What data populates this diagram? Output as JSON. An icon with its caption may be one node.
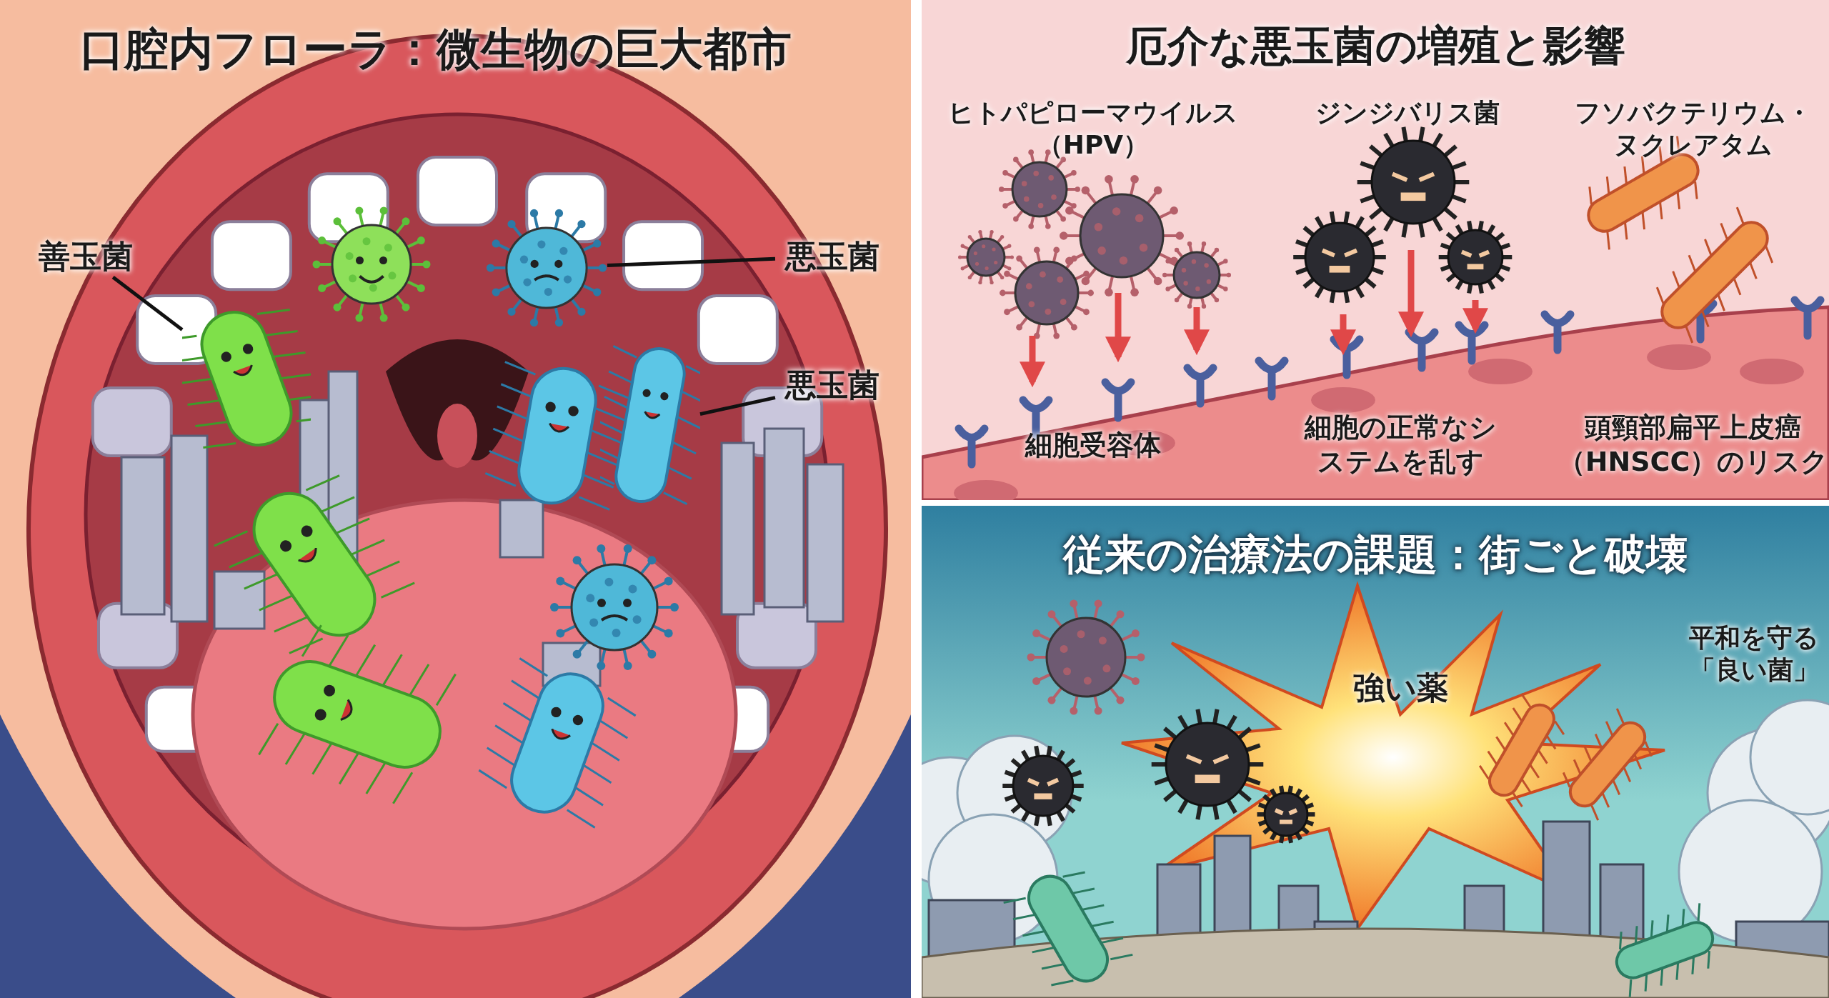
{
  "diagram": {
    "nodes": [
      {
        "text": [
          "善玉菌"
        ]
      },
      {
        "text": [],
        "shape": "picture"
      },
      {
        "text": [
          "悪玉菌"
        ]
      },
      {
        "text": [],
        "shape": "picture"
      },
      {
        "text": [
          "悪玉菌"
        ]
      },
      {
        "text": [],
        "shape": "picture"
      }
    ],
    "edges": [
      {
        "from": 0,
        "to": 1,
        "arrow": "none"
      },
      {
        "from": 2,
        "to": 3,
        "arrow": "none"
      },
      {
        "from": 4,
        "to": 5,
        "arrow": "none"
      }
    ],
    "labels": [
      "口腔内フローラ：微生物の巨大都市",
      "厄介な悪玉菌の増殖と影響",
      "ヒトパピローマウイルス（HPV）",
      "ジンジバリス菌",
      "フソバクテリウム・ヌクレアタム",
      "細胞受容体",
      "細胞の正常なシステムを乱す",
      "頭頸部扁平上皮癌（HNSCC）のリスク",
      "従来の治療法の課題：街ごと破壊",
      "強い薬",
      "平和を守る「良い菌」"
    ]
  }
}
